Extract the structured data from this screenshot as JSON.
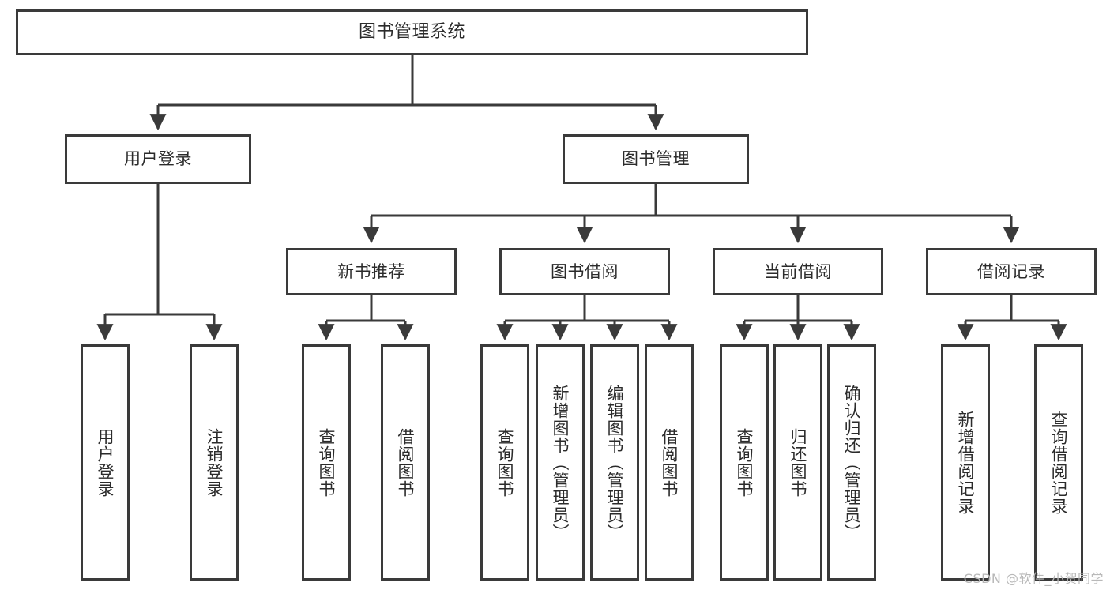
{
  "diagram": {
    "type": "tree",
    "title": "图书管理系统",
    "orientation": "top-down",
    "colors": {
      "stroke": "#3a3a3a",
      "fill": "#ffffff",
      "text": "#2b2b2b",
      "watermark": "#b9b9b9"
    },
    "root": {
      "id": "root",
      "label": "图书管理系统"
    },
    "level2": [
      {
        "id": "user-login",
        "label": "用户登录"
      },
      {
        "id": "book-manage",
        "label": "图书管理"
      }
    ],
    "level3": [
      {
        "id": "new-book-recommend",
        "label": "新书推荐",
        "parent": "book-manage"
      },
      {
        "id": "book-borrow",
        "label": "图书借阅",
        "parent": "book-manage"
      },
      {
        "id": "current-borrow",
        "label": "当前借阅",
        "parent": "book-manage"
      },
      {
        "id": "borrow-record",
        "label": "借阅记录",
        "parent": "book-manage"
      }
    ],
    "leaves": [
      {
        "id": "leaf-user-login",
        "label": "用户登录",
        "parent": "user-login"
      },
      {
        "id": "leaf-user-logout",
        "label": "注销登录",
        "parent": "user-login"
      },
      {
        "id": "leaf-query-book-1",
        "label": "查询图书",
        "parent": "new-book-recommend"
      },
      {
        "id": "leaf-borrow-book-1",
        "label": "借阅图书",
        "parent": "new-book-recommend"
      },
      {
        "id": "leaf-query-book-2",
        "label": "查询图书",
        "parent": "book-borrow"
      },
      {
        "id": "leaf-add-book",
        "label": "新增图书（管理员）",
        "parent": "book-borrow"
      },
      {
        "id": "leaf-edit-book",
        "label": "编辑图书（管理员）",
        "parent": "book-borrow"
      },
      {
        "id": "leaf-borrow-book-2",
        "label": "借阅图书",
        "parent": "book-borrow"
      },
      {
        "id": "leaf-query-book-3",
        "label": "查询图书",
        "parent": "current-borrow"
      },
      {
        "id": "leaf-return-book",
        "label": "归还图书",
        "parent": "current-borrow"
      },
      {
        "id": "leaf-confirm-return",
        "label": "确认归还（管理员）",
        "parent": "current-borrow"
      },
      {
        "id": "leaf-add-record",
        "label": "新增借阅记录",
        "parent": "borrow-record"
      },
      {
        "id": "leaf-query-record",
        "label": "查询借阅记录",
        "parent": "borrow-record"
      }
    ]
  },
  "watermark": {
    "text": "CSDN @软件_小贺同学"
  }
}
